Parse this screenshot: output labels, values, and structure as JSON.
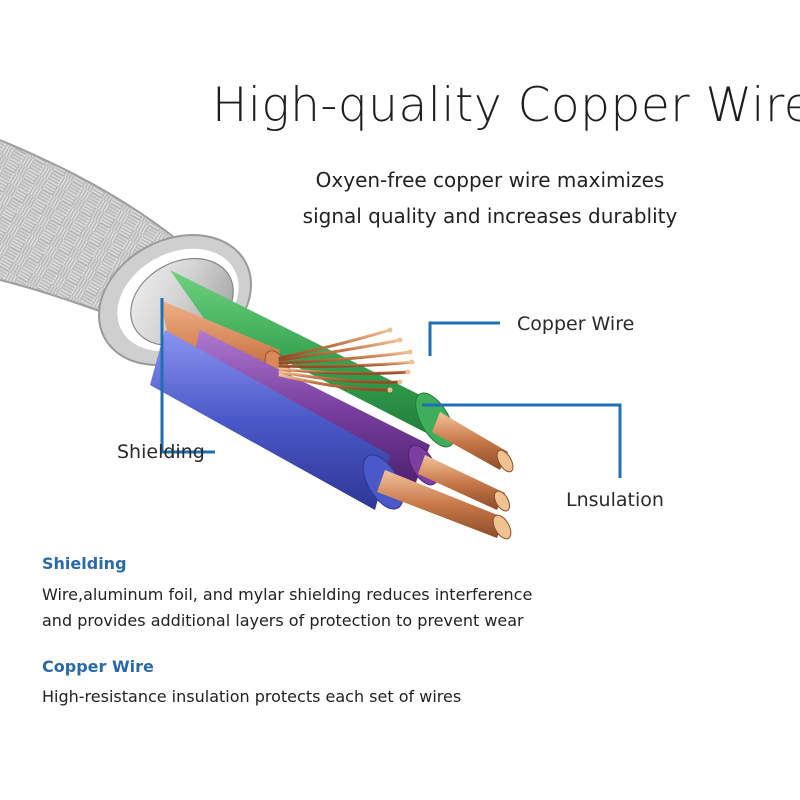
{
  "title": "High-quality Copper Wire",
  "subtitle": {
    "line1": "Oxyen-free copper wire maximizes",
    "line2": "signal quality and increases durablity"
  },
  "callouts": {
    "copper": "Copper Wire",
    "shielding": "Shielding",
    "insulation": "Lnsulation"
  },
  "sections": [
    {
      "title": "Shielding",
      "lines": [
        "Wire,aluminum foil, and mylar shielding reduces interference",
        "and provides additional layers of protection to prevent wear"
      ]
    },
    {
      "title": "Copper Wire",
      "lines": [
        "High-resistance insulation protects each set of wires"
      ]
    }
  ],
  "colors": {
    "accent": "#2a6aa8",
    "leader_line": "#1f6fb5",
    "braid": "#c9c9c9",
    "wire_green": "#3fae5a",
    "wire_orange": "#d7895a",
    "wire_blue": "#4b58c8",
    "wire_purple": "#7a3fa0",
    "copper": "#c8794a"
  }
}
